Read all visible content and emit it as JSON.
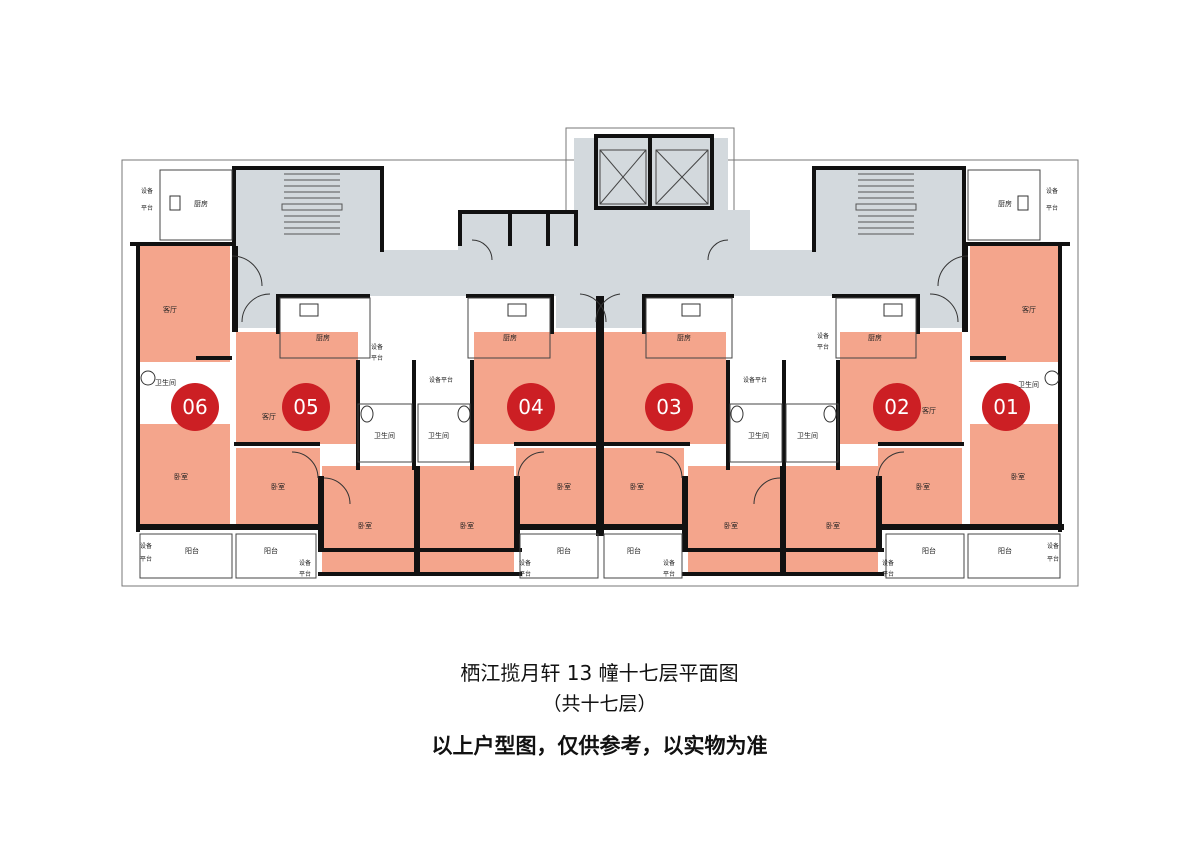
{
  "units": [
    {
      "id": "06",
      "color": "#cc1f24"
    },
    {
      "id": "05",
      "color": "#cc1f24"
    },
    {
      "id": "04",
      "color": "#cc1f24"
    },
    {
      "id": "03",
      "color": "#cc1f24"
    },
    {
      "id": "02",
      "color": "#cc1f24"
    },
    {
      "id": "01",
      "color": "#cc1f24"
    }
  ],
  "room_labels": {
    "living": "客厅",
    "bedroom": "卧室",
    "kitchen": "厨房",
    "bathroom": "卫生间",
    "balcony": "阳台",
    "equipment_line1": "设备",
    "equipment_line2": "平台",
    "equipment_full": "设备平台"
  },
  "colors": {
    "unit_fill": "#f4a58c",
    "common_fill": "#d3d9dd",
    "wall": "#111111",
    "badge": "#cc1f24"
  },
  "caption": {
    "title": "栖江揽月轩 13 幢十七层平面图",
    "subtitle": "（共十七层）",
    "note": "以上户型图，仅供参考，以实物为准"
  }
}
